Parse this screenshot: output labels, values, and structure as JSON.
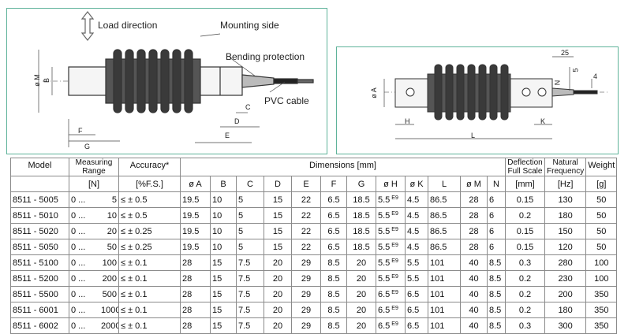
{
  "drawing_left": {
    "load_direction": "Load direction",
    "mounting_side": "Mounting side",
    "bending_protection": "Bending protection",
    "pvc_cable": "PVC cable",
    "dim_labels": {
      "M": "ø M",
      "B": "B",
      "F": "F",
      "G": "G",
      "E": "E",
      "D": "D",
      "C": "C"
    }
  },
  "drawing_right": {
    "dim_labels": {
      "A": "ø A",
      "H": "H",
      "K": "K",
      "L": "L",
      "N": "N",
      "25": "25",
      "5": "5",
      "4": "4"
    }
  },
  "table": {
    "headers": {
      "model": "Model",
      "range_line1": "Measuring",
      "range_line2": "Range",
      "accuracy": "Accuracy*",
      "dimensions": "Dimensions [mm]",
      "deflection_line1": "Deflection",
      "deflection_line2": "Full Scale",
      "frequency_line1": "Natural",
      "frequency_line2": "Frequency",
      "weight": "Weight",
      "range_unit": "[N]",
      "accuracy_unit": "[%F.S.]",
      "deflection_unit": "[mm]",
      "frequency_unit": "[Hz]",
      "weight_unit": "[g]",
      "dim_cols": [
        "ø A",
        "B",
        "C",
        "D",
        "E",
        "F",
        "G",
        "ø H",
        "ø K",
        "L",
        "ø M",
        "N"
      ]
    },
    "rows": [
      {
        "model": "8511 - 5005",
        "r0": "0 ...",
        "r1": "5",
        "acc": "≤ ± 0.5",
        "A": "19.5",
        "B": "10",
        "C": "5",
        "D": "15",
        "E": "22",
        "F": "6.5",
        "G": "18.5",
        "H": "5.5",
        "Hfit": "E9",
        "K": "4.5",
        "L": "86.5",
        "M": "28",
        "N": "6",
        "defl": "0.15",
        "freq": "130",
        "weight": "50"
      },
      {
        "model": "8511 - 5010",
        "r0": "0 ...",
        "r1": "10",
        "acc": "≤ ± 0.5",
        "A": "19.5",
        "B": "10",
        "C": "5",
        "D": "15",
        "E": "22",
        "F": "6.5",
        "G": "18.5",
        "H": "5.5",
        "Hfit": "E9",
        "K": "4.5",
        "L": "86.5",
        "M": "28",
        "N": "6",
        "defl": "0.2",
        "freq": "180",
        "weight": "50"
      },
      {
        "model": "8511 - 5020",
        "r0": "0 ...",
        "r1": "20",
        "acc": "≤ ± 0.25",
        "A": "19.5",
        "B": "10",
        "C": "5",
        "D": "15",
        "E": "22",
        "F": "6.5",
        "G": "18.5",
        "H": "5.5",
        "Hfit": "E9",
        "K": "4.5",
        "L": "86.5",
        "M": "28",
        "N": "6",
        "defl": "0.15",
        "freq": "150",
        "weight": "50"
      },
      {
        "model": "8511 - 5050",
        "r0": "0 ...",
        "r1": "50",
        "acc": "≤ ± 0.25",
        "A": "19.5",
        "B": "10",
        "C": "5",
        "D": "15",
        "E": "22",
        "F": "6.5",
        "G": "18.5",
        "H": "5.5",
        "Hfit": "E9",
        "K": "4.5",
        "L": "86.5",
        "M": "28",
        "N": "6",
        "defl": "0.15",
        "freq": "120",
        "weight": "50"
      },
      {
        "model": "8511 - 5100",
        "r0": "0 ...",
        "r1": "100",
        "acc": "≤ ± 0.1",
        "A": "28",
        "B": "15",
        "C": "7.5",
        "D": "20",
        "E": "29",
        "F": "8.5",
        "G": "20",
        "H": "5.5",
        "Hfit": "E9",
        "K": "5.5",
        "L": "101",
        "M": "40",
        "N": "8.5",
        "defl": "0.3",
        "freq": "280",
        "weight": "100"
      },
      {
        "model": "8511 - 5200",
        "r0": "0 ...",
        "r1": "200",
        "acc": "≤ ± 0.1",
        "A": "28",
        "B": "15",
        "C": "7.5",
        "D": "20",
        "E": "29",
        "F": "8.5",
        "G": "20",
        "H": "5.5",
        "Hfit": "E9",
        "K": "5.5",
        "L": "101",
        "M": "40",
        "N": "8.5",
        "defl": "0.2",
        "freq": "230",
        "weight": "100"
      },
      {
        "model": "8511 - 5500",
        "r0": "0 ...",
        "r1": "500",
        "acc": "≤ ± 0.1",
        "A": "28",
        "B": "15",
        "C": "7.5",
        "D": "20",
        "E": "29",
        "F": "8.5",
        "G": "20",
        "H": "6.5",
        "Hfit": "E9",
        "K": "6.5",
        "L": "101",
        "M": "40",
        "N": "8.5",
        "defl": "0.2",
        "freq": "200",
        "weight": "350"
      },
      {
        "model": "8511 - 6001",
        "r0": "0 ...",
        "r1": "1000",
        "acc": "≤ ± 0.1",
        "A": "28",
        "B": "15",
        "C": "7.5",
        "D": "20",
        "E": "29",
        "F": "8.5",
        "G": "20",
        "H": "6.5",
        "Hfit": "E9",
        "K": "6.5",
        "L": "101",
        "M": "40",
        "N": "8.5",
        "defl": "0.2",
        "freq": "180",
        "weight": "350"
      },
      {
        "model": "8511 - 6002",
        "r0": "0 ...",
        "r1": "2000",
        "acc": "≤ ± 0.1",
        "A": "28",
        "B": "15",
        "C": "7.5",
        "D": "20",
        "E": "29",
        "F": "8.5",
        "G": "20",
        "H": "6.5",
        "Hfit": "E9",
        "K": "6.5",
        "L": "101",
        "M": "40",
        "N": "8.5",
        "defl": "0.3",
        "freq": "300",
        "weight": "350"
      }
    ]
  }
}
